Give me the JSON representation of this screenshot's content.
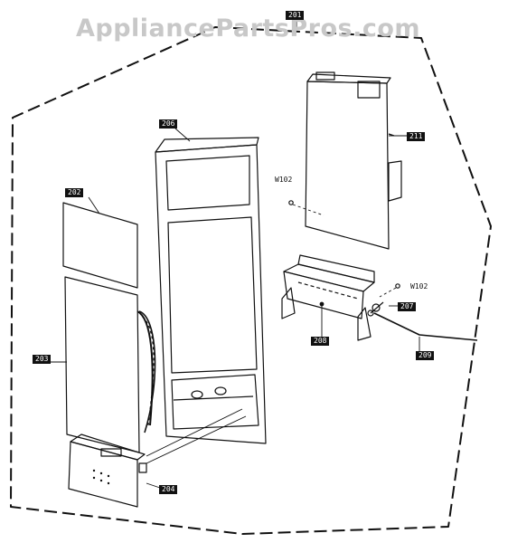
{
  "watermark": "AppliancePartsPros.com",
  "callouts": {
    "c201": "201",
    "c202": "202",
    "c203": "203",
    "c204": "204",
    "c206": "206",
    "c207": "207",
    "c208": "208",
    "c209": "209",
    "c211": "211",
    "w102a": "W102",
    "w102b": "W102"
  },
  "colors": {
    "line": "#111111",
    "watermark": "#c8c8c8",
    "tag_bg": "#111111"
  }
}
